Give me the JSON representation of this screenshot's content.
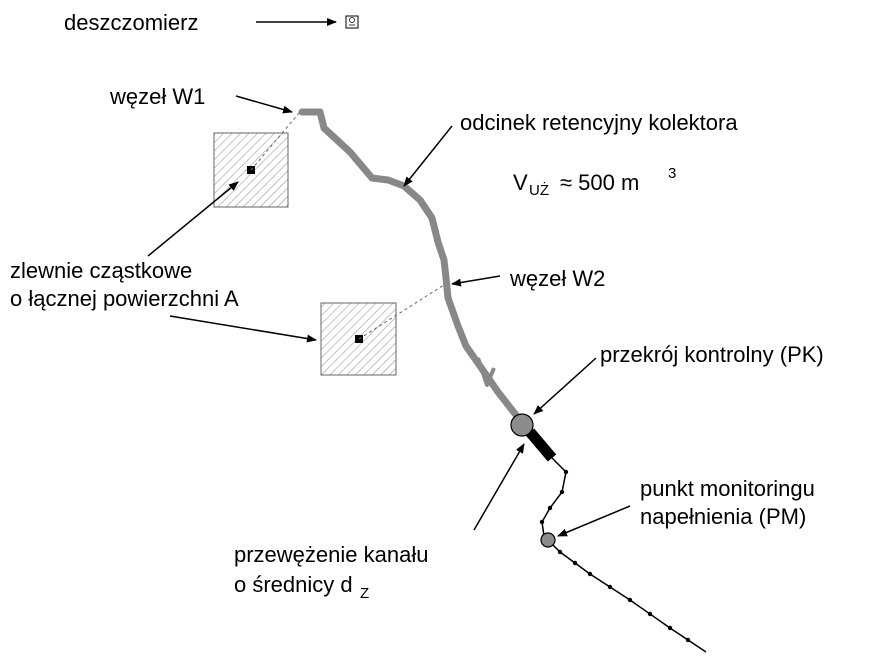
{
  "labels": {
    "rain_gauge": "deszczomierz",
    "node_w1": "węzeł W1",
    "node_w2": "węzeł W2",
    "retention_title": "odcinek retencyjny kolektora",
    "volume_main": "V",
    "volume_sub": "UŻ",
    "volume_rel": "≈ 500 m",
    "volume_sup": "3",
    "subcatchments_line1": "zlewnie cząstkowe",
    "subcatchments_line2": "o łącznej powierzchni A",
    "control_section": "przekrój kontrolny (PK)",
    "monitoring_line1": "punkt monitoringu",
    "monitoring_line2": "napełnienia (PM)",
    "constriction_line1": "przewężenie kanału",
    "constriction_line2": "o średnicy d",
    "constriction_sub": "Z"
  },
  "icons": {
    "rain_gauge": "rain-gauge-icon",
    "subcatchment": "hatched-square-icon",
    "control_section": "circle-node-icon",
    "monitoring_point": "circle-node-icon"
  },
  "colors": {
    "collector_line": "#888888",
    "node_fill": "#8c8c8c",
    "constriction": "#000000",
    "hatch": "#9a9a9a",
    "text": "#000000"
  }
}
